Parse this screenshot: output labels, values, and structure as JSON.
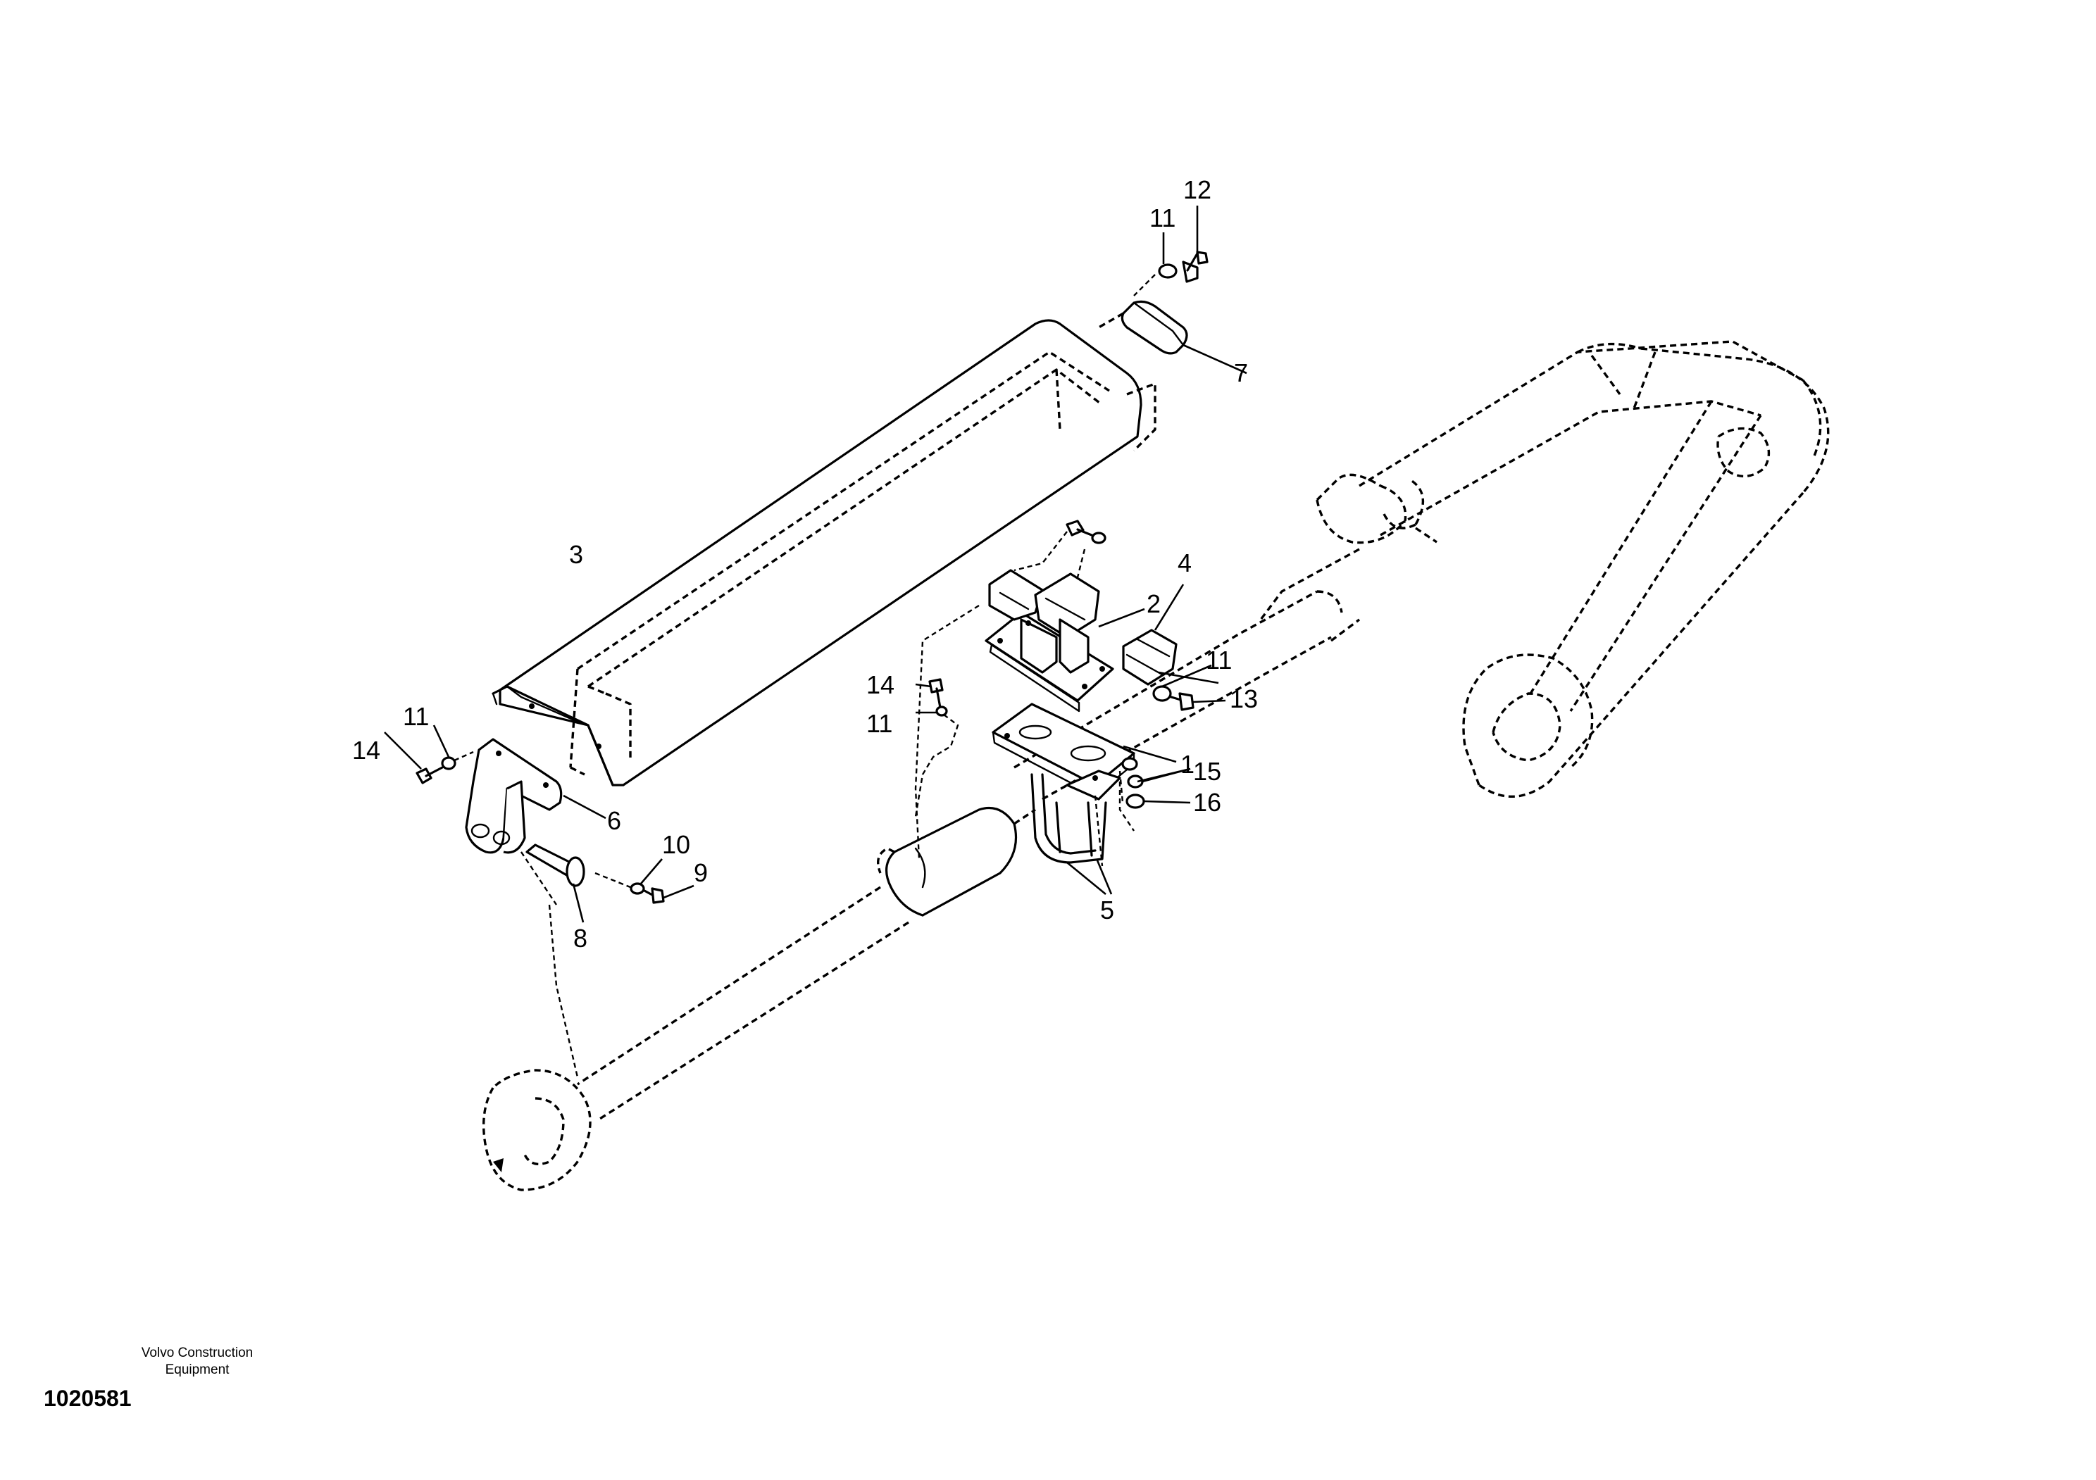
{
  "labels": {
    "l1": "1",
    "l2": "2",
    "l3": "3",
    "l4": "4",
    "l5": "5",
    "l6": "6",
    "l7": "7",
    "l8": "8",
    "l9": "9",
    "l10": "10",
    "l11a": "11",
    "l11b": "11",
    "l11c": "11",
    "l11d": "11",
    "l12": "12",
    "l13": "13",
    "l14a": "14",
    "l14b": "14",
    "l15": "15",
    "l16": "16"
  },
  "footer": {
    "company_line1": "Volvo Construction",
    "company_line2": "Equipment",
    "figure_number": "1020581"
  }
}
